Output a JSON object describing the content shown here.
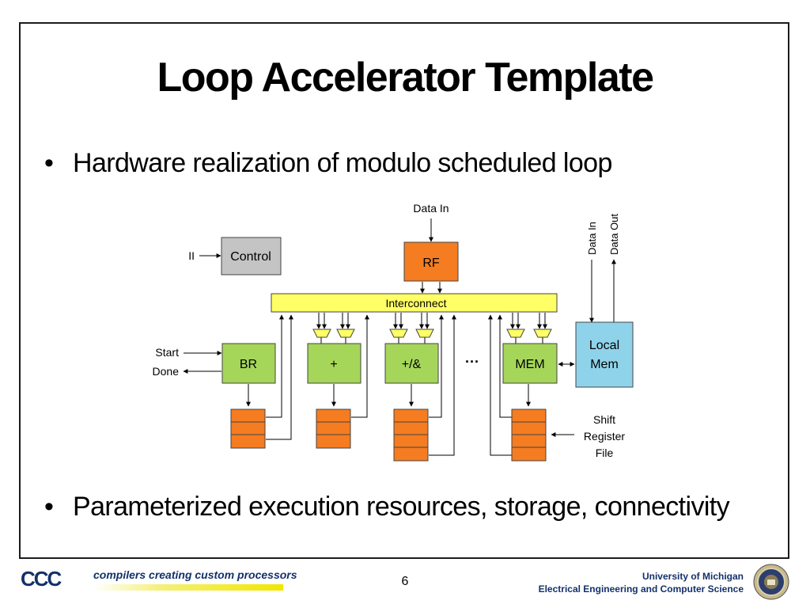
{
  "slide": {
    "title": "Loop Accelerator Template",
    "bullets": [
      "Hardware realization of modulo scheduled loop",
      "Parameterized execution resources, storage, connectivity"
    ],
    "page_number": "6"
  },
  "diagram": {
    "data_in": "Data In",
    "rf": "RF",
    "ii": "II",
    "control": "Control",
    "interconnect": "Interconnect",
    "units": [
      "BR",
      "+",
      "+/&",
      "MEM"
    ],
    "ellipsis": "···",
    "local_mem": [
      "Local",
      "Mem"
    ],
    "mem_data_in": "Data In",
    "mem_data_out": "Data Out",
    "start": "Start",
    "done": "Done",
    "shift_register_file": [
      "Shift",
      "Register",
      "File"
    ]
  },
  "footer": {
    "logo": "CCC",
    "tagline": "compilers creating custom processors",
    "university": "University of Michigan",
    "department": "Electrical Engineering and Computer Science"
  },
  "colors": {
    "orange": "#f57c20",
    "green": "#a5d65a",
    "yellow": "#ffff66",
    "blue": "#8fd3ea",
    "gray": "#c4c4c4",
    "navy": "#13316b"
  }
}
